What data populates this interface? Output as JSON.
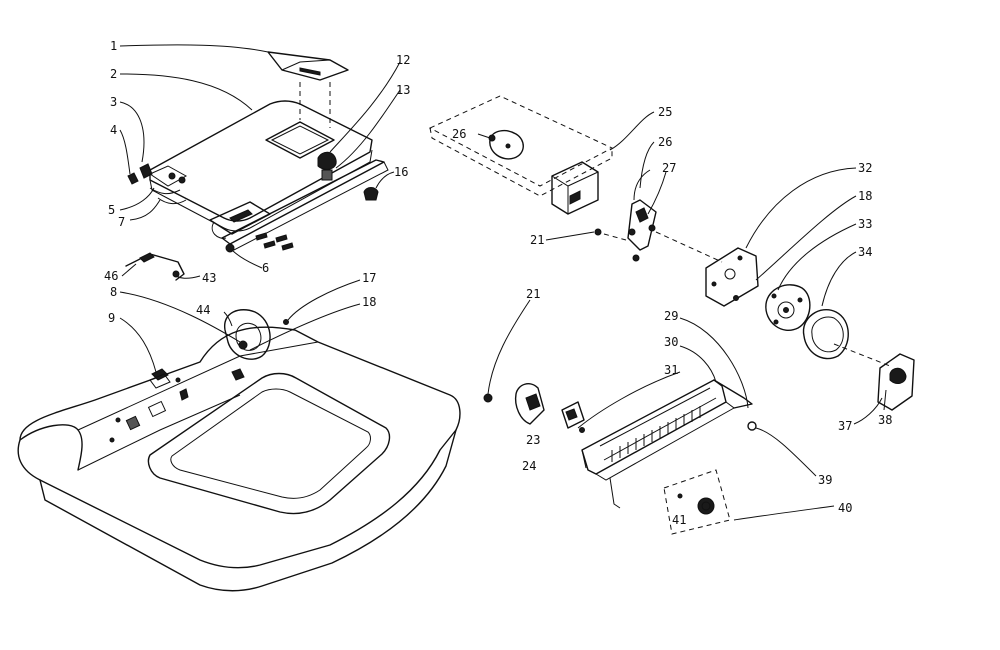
{
  "diagram": {
    "callouts": [
      {
        "id": "c1",
        "text": "1"
      },
      {
        "id": "c2",
        "text": "2"
      },
      {
        "id": "c3",
        "text": "3"
      },
      {
        "id": "c4",
        "text": "4"
      },
      {
        "id": "c5",
        "text": "5"
      },
      {
        "id": "c7",
        "text": "7"
      },
      {
        "id": "c12",
        "text": "12"
      },
      {
        "id": "c13",
        "text": "13"
      },
      {
        "id": "c16",
        "text": "16"
      },
      {
        "id": "c6",
        "text": "6"
      },
      {
        "id": "c46",
        "text": "46"
      },
      {
        "id": "c43",
        "text": "43"
      },
      {
        "id": "c8",
        "text": "8"
      },
      {
        "id": "c44",
        "text": "44"
      },
      {
        "id": "c17",
        "text": "17"
      },
      {
        "id": "c18a",
        "text": "18"
      },
      {
        "id": "c9",
        "text": "9"
      },
      {
        "id": "c25",
        "text": "25"
      },
      {
        "id": "c26a",
        "text": "26"
      },
      {
        "id": "c26b",
        "text": "26"
      },
      {
        "id": "c27",
        "text": "27"
      },
      {
        "id": "c21a",
        "text": "21"
      },
      {
        "id": "c32",
        "text": "32"
      },
      {
        "id": "c18b",
        "text": "18"
      },
      {
        "id": "c33",
        "text": "33"
      },
      {
        "id": "c34",
        "text": "34"
      },
      {
        "id": "c21b",
        "text": "21"
      },
      {
        "id": "c29",
        "text": "29"
      },
      {
        "id": "c30",
        "text": "30"
      },
      {
        "id": "c31",
        "text": "31"
      },
      {
        "id": "c23",
        "text": "23"
      },
      {
        "id": "c24",
        "text": "24"
      },
      {
        "id": "c39",
        "text": "39"
      },
      {
        "id": "c37",
        "text": "37"
      },
      {
        "id": "c38",
        "text": "38"
      },
      {
        "id": "c40",
        "text": "40"
      },
      {
        "id": "c41",
        "text": "41"
      }
    ]
  }
}
